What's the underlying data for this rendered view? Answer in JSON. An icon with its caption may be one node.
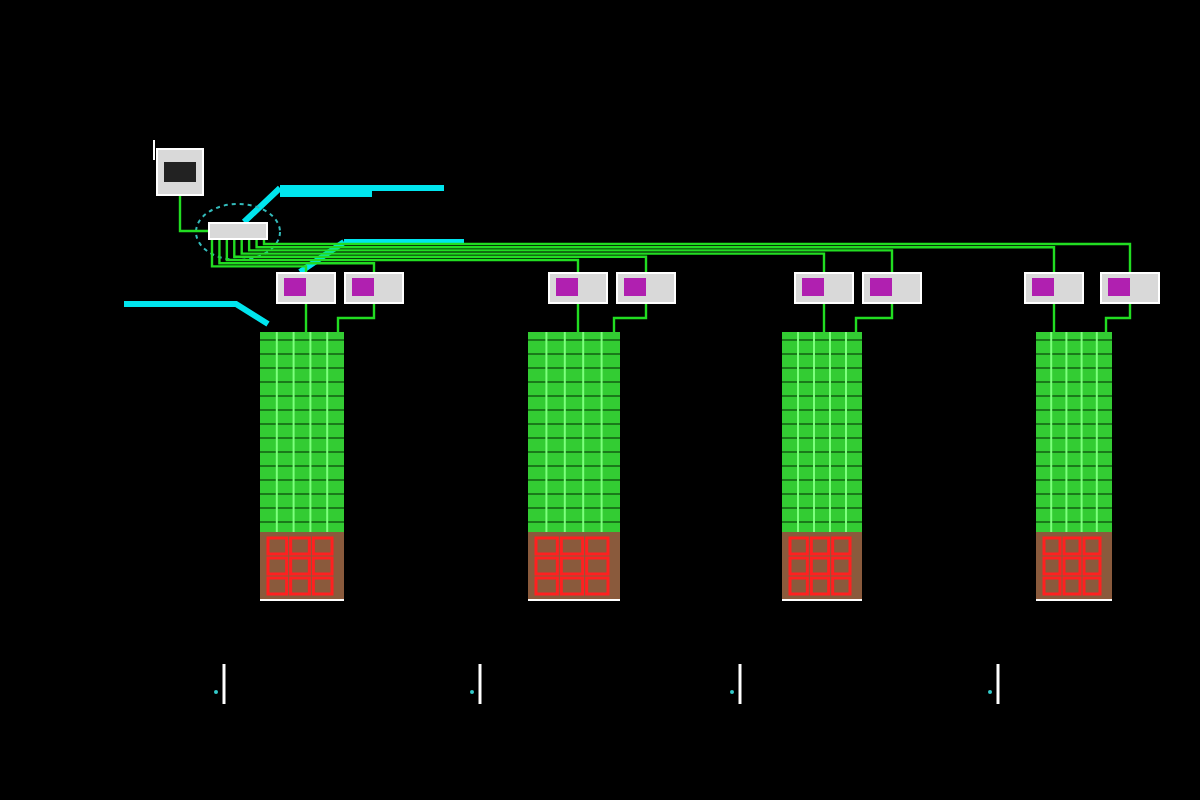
{
  "diagram": {
    "nodes": [
      {
        "text": [],
        "shape": "box"
      },
      {
        "text": [],
        "shape": "box"
      },
      {
        "text": [],
        "shape": "box"
      },
      {
        "text": [],
        "shape": "box"
      },
      {
        "text": [],
        "shape": "box"
      },
      {
        "text": [],
        "shape": "box"
      },
      {
        "text": [],
        "shape": "box"
      },
      {
        "text": [],
        "shape": "box"
      },
      {
        "text": [],
        "shape": "box"
      },
      {
        "text": [],
        "shape": "box"
      },
      {
        "text": [],
        "shape": "building"
      },
      {
        "text": [],
        "shape": "building"
      },
      {
        "text": [],
        "shape": "building"
      },
      {
        "text": [],
        "shape": "building"
      }
    ],
    "edges": [
      {
        "from": 0,
        "to": 1,
        "arrow": "none"
      },
      {
        "from": 1,
        "to": 2,
        "arrow": "none"
      },
      {
        "from": 1,
        "to": 3,
        "arrow": "none"
      },
      {
        "from": 1,
        "to": 4,
        "arrow": "none"
      },
      {
        "from": 1,
        "to": 5,
        "arrow": "none"
      },
      {
        "from": 1,
        "to": 6,
        "arrow": "none"
      },
      {
        "from": 1,
        "to": 7,
        "arrow": "none"
      },
      {
        "from": 1,
        "to": 8,
        "arrow": "none"
      },
      {
        "from": 1,
        "to": 9,
        "arrow": "none"
      },
      {
        "from": 2,
        "to": 10,
        "arrow": "none"
      },
      {
        "from": 3,
        "to": 10,
        "arrow": "none"
      },
      {
        "from": 4,
        "to": 11,
        "arrow": "none"
      },
      {
        "from": 5,
        "to": 11,
        "arrow": "none"
      },
      {
        "from": 6,
        "to": 12,
        "arrow": "none"
      },
      {
        "from": 7,
        "to": 12,
        "arrow": "none"
      },
      {
        "from": 8,
        "to": 13,
        "arrow": "none"
      },
      {
        "from": 9,
        "to": 13,
        "arrow": "none"
      }
    ]
  }
}
